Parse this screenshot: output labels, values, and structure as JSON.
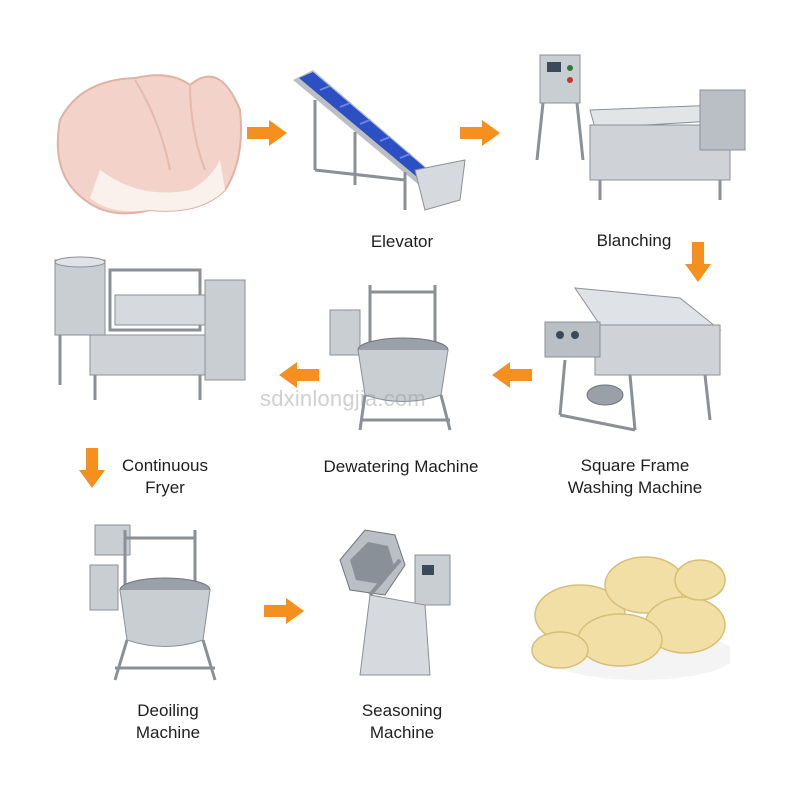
{
  "colors": {
    "arrow": "#f5901e",
    "steel": "#c9ced3",
    "steel_dark": "#8a9097",
    "blue_belt": "#2c4fc4",
    "pork": "#f3d3c9",
    "chips": "#f2dfa6"
  },
  "steps": [
    {
      "id": "pork-skin",
      "label_lines": []
    },
    {
      "id": "elevator",
      "label_lines": [
        "Elevator"
      ]
    },
    {
      "id": "blanching",
      "label_lines": [
        "Blanching"
      ]
    },
    {
      "id": "continuous-fryer",
      "label_lines": [
        "Continuous",
        "Fryer"
      ]
    },
    {
      "id": "dewatering",
      "label_lines": [
        "Dewatering  Machine"
      ]
    },
    {
      "id": "washing",
      "label_lines": [
        "Square Frame",
        "Washing Machine"
      ]
    },
    {
      "id": "deoiling",
      "label_lines": [
        "Deoiling",
        "Machine"
      ]
    },
    {
      "id": "seasoning",
      "label_lines": [
        "Seasoning",
        "Machine"
      ]
    },
    {
      "id": "pork-rinds",
      "label_lines": []
    }
  ],
  "watermark": "sdxinlongjia.com",
  "brand_mark": "longjia"
}
